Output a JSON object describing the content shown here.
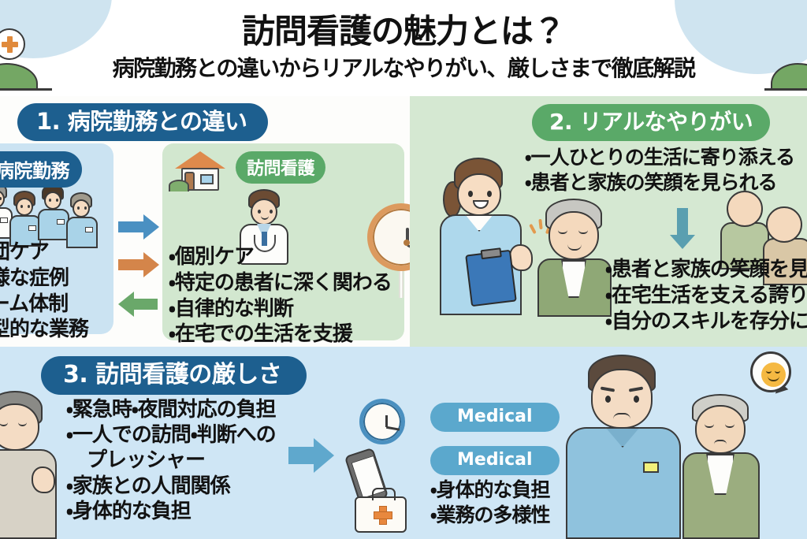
{
  "header": {
    "title_main": "訪問看護の魅力とは？",
    "title_sub": "病院勤務との違いからリアルなやりがい、厳しさまで徹底解説",
    "decor": {
      "cross_badge": "medical-cross-badge",
      "hill": "hill-illustration"
    }
  },
  "colors": {
    "header_blue": "#1d5f8f",
    "header_green": "#5aa968",
    "pill_blue": "#5ba8cd",
    "panel_hospital": "#cbe3f2",
    "panel_homecare": "#d2e7cf",
    "section2_bg": "#d5e8d2",
    "section3_bg": "#cfe6f5",
    "arrow_blue": "#4a90c2",
    "arrow_orange": "#d4854a",
    "arrow_green": "#6aa86a",
    "arrow_teal": "#5a9fb0",
    "cross_orange": "#e8883e"
  },
  "section1": {
    "header": "1. 病院勤務との違い",
    "hospital": {
      "tag": "病院勤務",
      "items": [
        "集団ケア",
        "多様な症例",
        "チーム体制",
        "定型的な業務"
      ]
    },
    "homecare": {
      "tag": "訪問看護",
      "items": [
        "個別ケア",
        "特定の患者に深く関わる",
        "自律的な判断",
        "在宅での生活を支援"
      ]
    },
    "arrows": [
      "arrow-right-blue",
      "arrow-right-orange",
      "arrow-left-green"
    ],
    "clock": "wall-clock-icon"
  },
  "section2": {
    "header": "2. リアルなやりがい",
    "top_items": [
      "一人ひとりの生活に寄り添える",
      "患者と家族の笑顔を見られる"
    ],
    "bottom_items": [
      "患者と家族の笑顔を見られる",
      "在宅生活を支える誇り",
      "自分のスキルを存分に発揮"
    ],
    "arrow": "arrow-down-teal"
  },
  "section3": {
    "header": "3. 訪問看護の厳しさ",
    "items": [
      "緊急時・夜間対応の負担",
      "一人での訪問・判断への",
      "プレッシャー",
      "家族との人間関係",
      "身体的な負担"
    ],
    "arrow": "arrow-right-blue-big",
    "badges": [
      "Medical",
      "Medical"
    ],
    "badge_items": [
      "身体的な負担",
      "業務の多様性"
    ],
    "icons": [
      "clock-icon",
      "smartphone-icon",
      "medical-bag-icon",
      "smiley-speech-bubble"
    ]
  }
}
